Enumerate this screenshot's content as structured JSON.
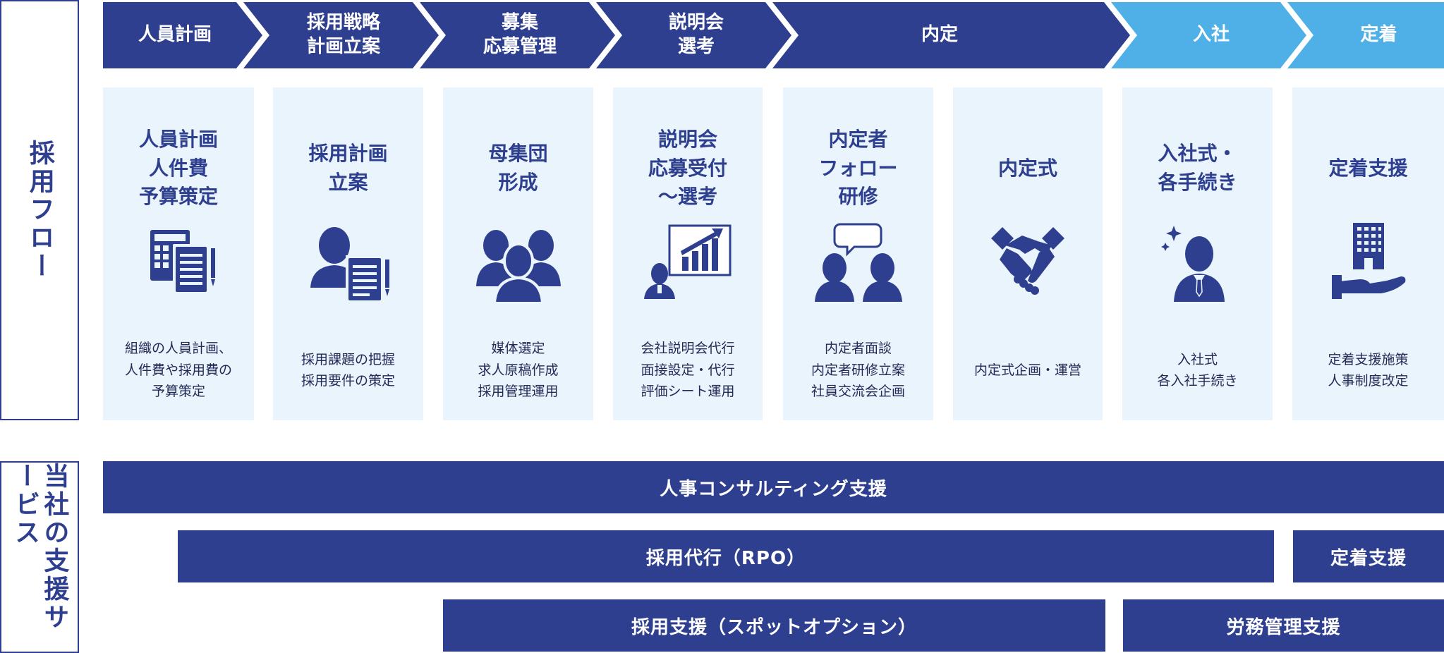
{
  "labels": {
    "flow": "採用フロー",
    "service": "当社の支援サービス"
  },
  "colors": {
    "primary": "#2e3f8f",
    "accent": "#4fb0e8",
    "card_bg": "#eaf4fd"
  },
  "chevrons": [
    {
      "label": "人員計画",
      "color": "#2e3f8f"
    },
    {
      "label": "採用戦略\n計画立案",
      "color": "#2e3f8f"
    },
    {
      "label": "募集\n応募管理",
      "color": "#2e3f8f"
    },
    {
      "label": "説明会\n選考",
      "color": "#2e3f8f"
    },
    {
      "label": "内定",
      "color": "#2e3f8f"
    },
    {
      "label": "入社",
      "color": "#4fb0e8"
    },
    {
      "label": "定着",
      "color": "#4fb0e8"
    }
  ],
  "cards": [
    {
      "title": "人員計画\n人件費\n予算策定",
      "icon": "calculator-document-icon",
      "desc": "組織の人員計画、\n人件費や採用費の\n予算策定"
    },
    {
      "title": "採用計画\n立案",
      "icon": "person-document-icon",
      "desc": "採用課題の把握\n採用要件の策定"
    },
    {
      "title": "母集団\n形成",
      "icon": "group-people-icon",
      "desc": "媒体選定\n求人原稿作成\n採用管理運用"
    },
    {
      "title": "説明会\n応募受付\n～選考",
      "icon": "presentation-chart-icon",
      "desc": "会社説明会代行\n面接設定・代行\n評価シート運用"
    },
    {
      "title": "内定者\nフォロー\n研修",
      "icon": "conversation-icon",
      "desc": "内定者面談\n内定者研修立案\n社員交流会企画"
    },
    {
      "title": "内定式",
      "icon": "handshake-icon",
      "desc": "内定式企画・運営"
    },
    {
      "title": "入社式・\n各手続き",
      "icon": "new-employee-icon",
      "desc": "入社式\n各入社手続き"
    },
    {
      "title": "定着支援",
      "icon": "building-hand-icon",
      "desc": "定着支援施策\n人事制度改定"
    }
  ],
  "services": [
    {
      "label": "人事コンサルティング支援"
    },
    {
      "label": "採用代行（RPO）"
    },
    {
      "label": "定着支援"
    },
    {
      "label": "採用支援（スポットオプション）"
    },
    {
      "label": "労務管理支援"
    }
  ]
}
